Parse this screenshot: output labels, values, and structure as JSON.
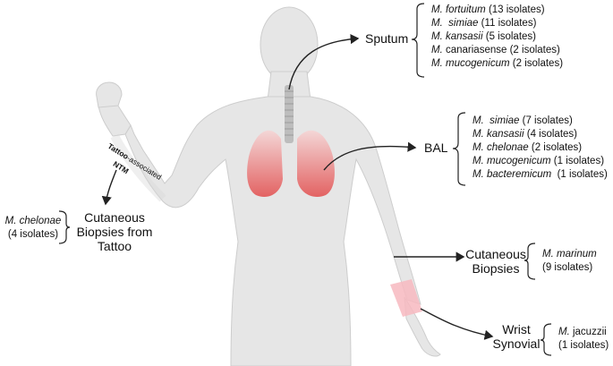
{
  "sites": {
    "sputum": "Sputum",
    "bal": "BAL",
    "cutaneous_biopsies_a": "Cutaneous",
    "cutaneous_biopsies_b": "Biopsies",
    "wrist_synovial_a": "Wrist",
    "wrist_synovial_b": "Synovial",
    "tattoo_biopsies_a": "Cutaneous",
    "tattoo_biopsies_b": "Biopsies from",
    "tattoo_biopsies_c": "Tattoo"
  },
  "tattoo_arm_text": {
    "bold_part": "Tattoo",
    "rest_part": "-associated",
    "line2": "NTM"
  },
  "sputum_isolates": [
    {
      "genus": "M.",
      "species": "fortuitum",
      "count": "(13 isolates)"
    },
    {
      "genus": "M.",
      "species": " simiae",
      "count": "(11 isolates)"
    },
    {
      "genus": "M.",
      "species": "kansasii",
      "count": "(5 isolates)"
    },
    {
      "genus": "M.",
      "species": "canariasense",
      "count": "(2 isolates)",
      "species_plain": true
    },
    {
      "genus": "M.",
      "species": "mucogenicum",
      "count": "(2 isolates)"
    }
  ],
  "bal_isolates": [
    {
      "genus": "M.",
      "species": " simiae",
      "count": "(7 isolates)"
    },
    {
      "genus": "M.",
      "species": "kansasii",
      "count": "(4 isolates)"
    },
    {
      "genus": "M.",
      "species": "chelonae",
      "count": "(2 isolates)"
    },
    {
      "genus": "M.",
      "species": "mucogenicum",
      "count": "(1 isolates)"
    },
    {
      "genus": "M.",
      "species": "bacteremicum",
      "count": " (1 isolates)"
    }
  ],
  "cutaneous_isolates": {
    "genus": "M.",
    "species": "marinum",
    "count": "(9 isolates)"
  },
  "wrist_isolates": {
    "genus": "M.",
    "species": "jacuzzii",
    "count": "(1 isolates)",
    "species_plain": true
  },
  "tattoo_isolates": {
    "genus": "M.",
    "species": "chelonae",
    "count": "(4 isolates)"
  },
  "colors": {
    "skin": "#e6e6e6",
    "outline": "#c9c9c9",
    "lung": "#e35a5a",
    "wrist_highlight": "#f7b8bf",
    "arrow": "#222222"
  }
}
